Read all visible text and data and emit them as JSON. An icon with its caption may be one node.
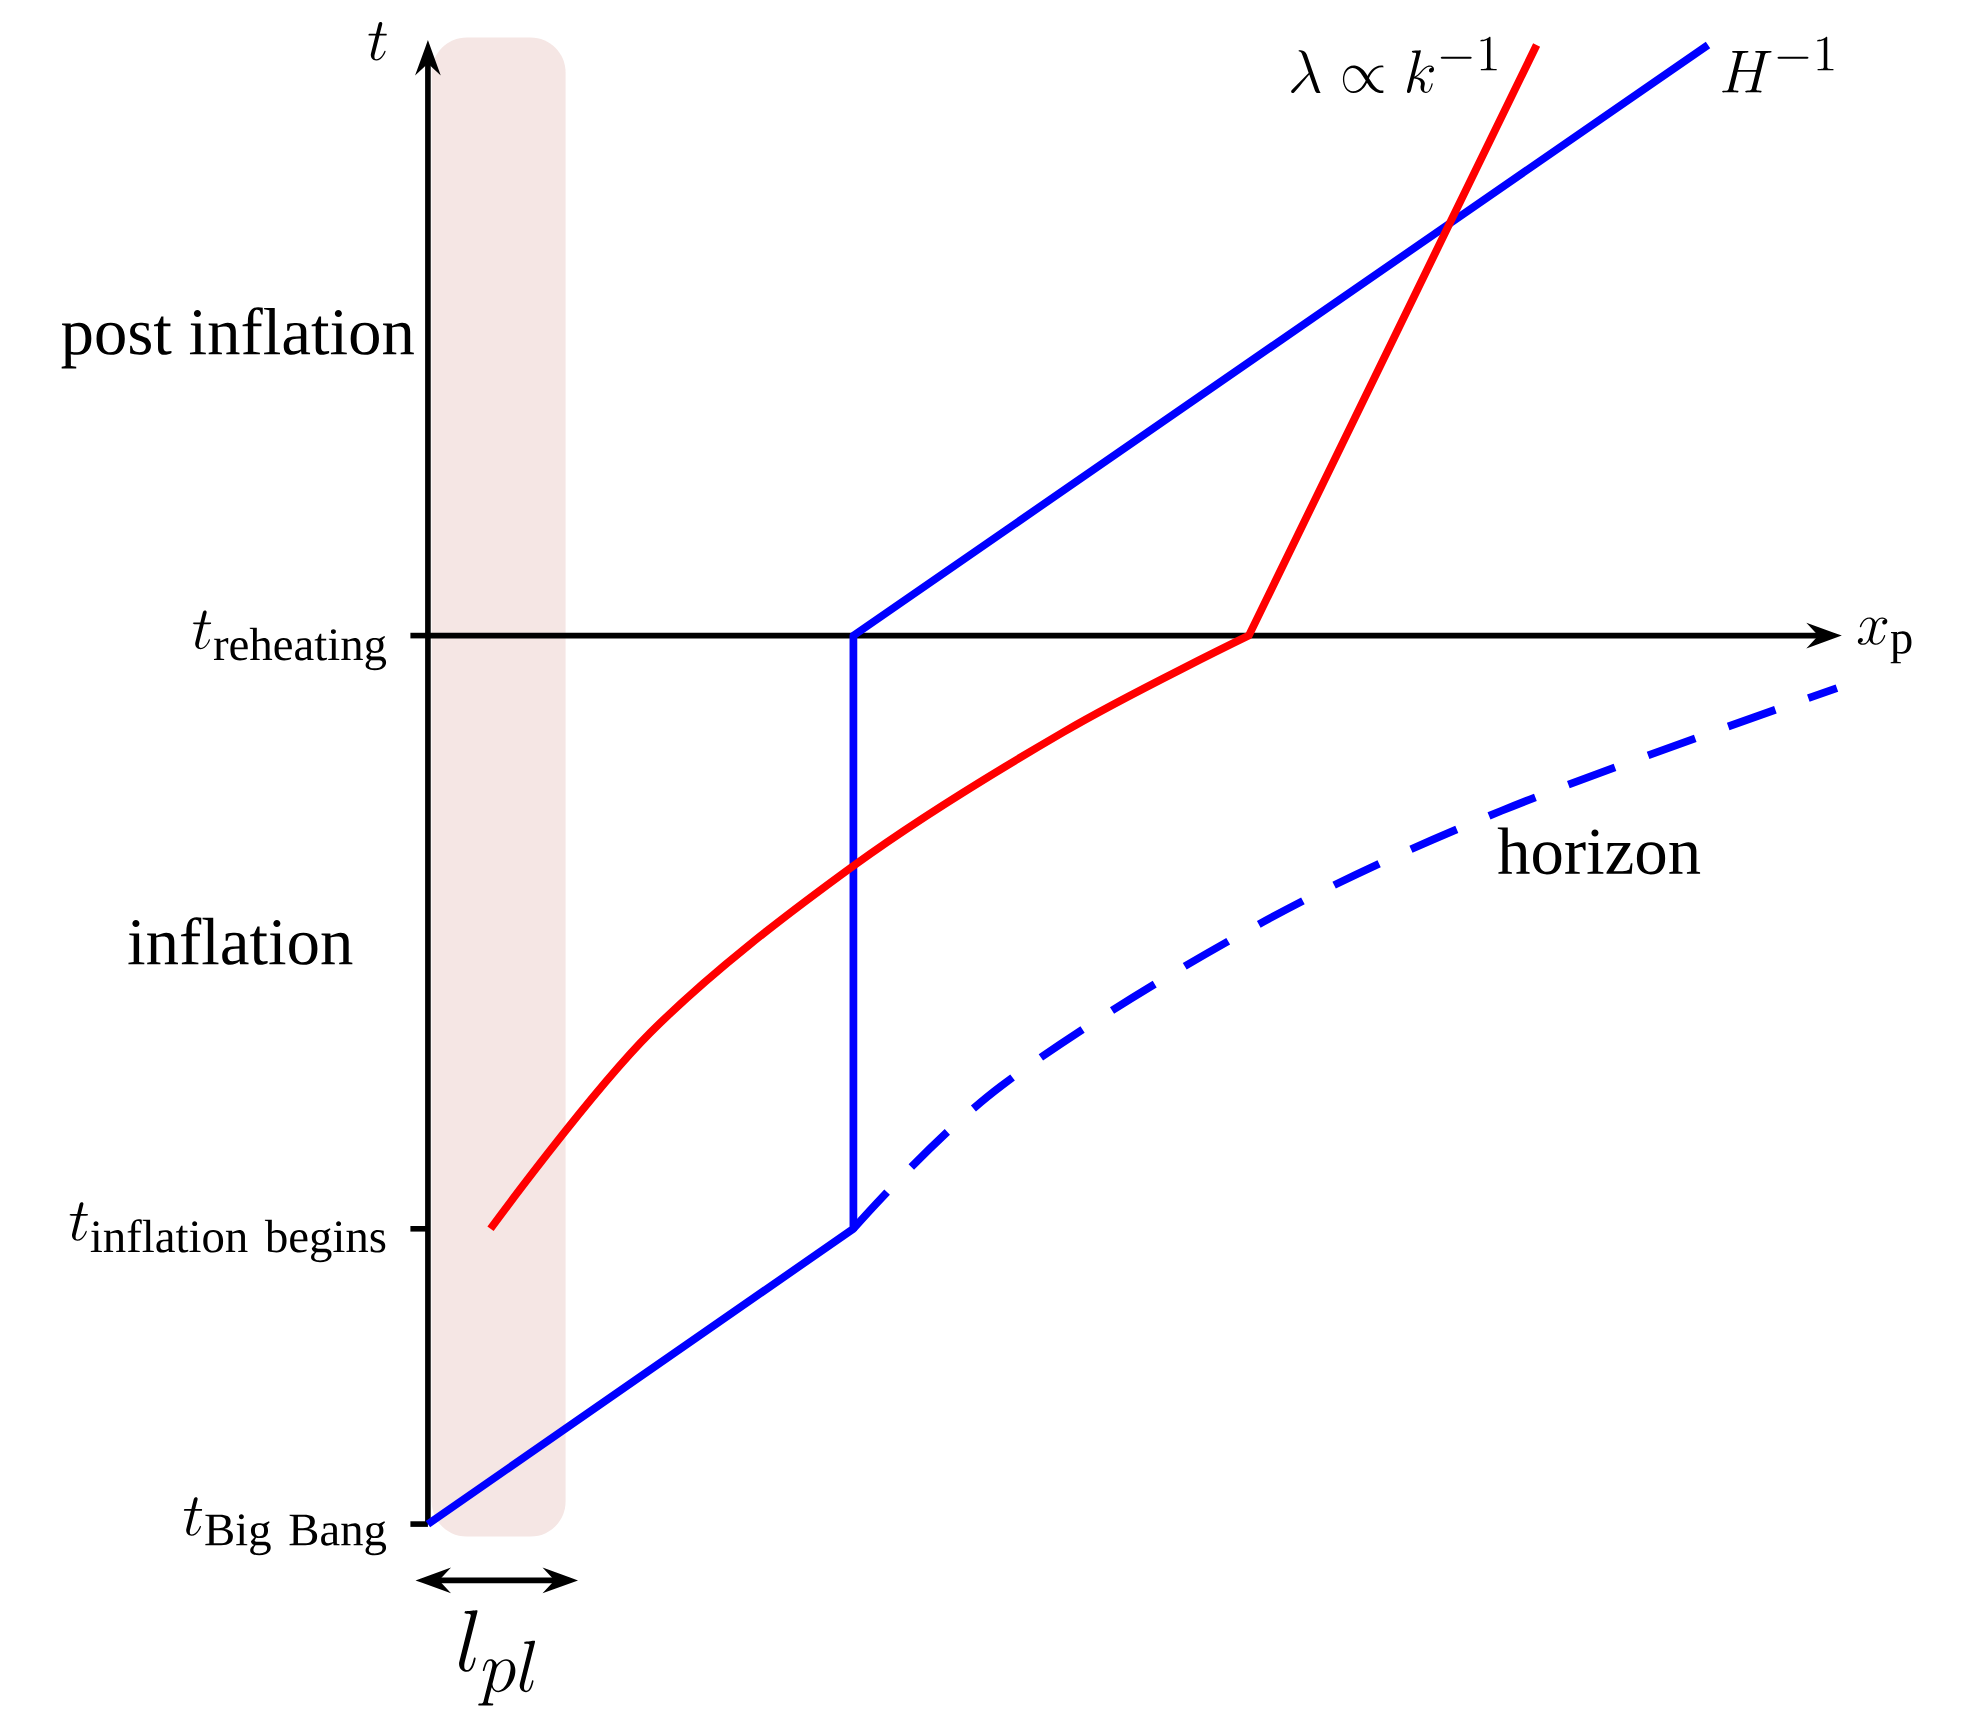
{
  "diagram": {
    "labels": [
      "t",
      "\\lambda \\propto k^{-1}",
      "H^{-1}",
      "post inflation",
      "t_{\\mathrm{reheating}}",
      "x_{\\mathrm{p}}",
      "horizon",
      "inflation",
      "t_{\\mathrm{inflation\\ begins}}",
      "t_{\\mathrm{Big\\ Bang}}",
      "l_{pl}"
    ]
  }
}
